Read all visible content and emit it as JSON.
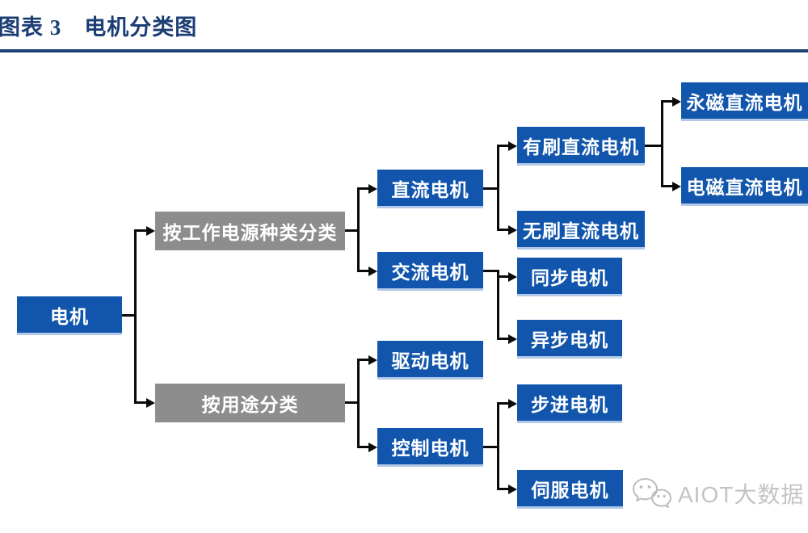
{
  "header": {
    "caption": "图表 3　电机分类图"
  },
  "diagram": {
    "nodes": {
      "root": {
        "label": "电机"
      },
      "by_power": {
        "label": "按工作电源种类分类"
      },
      "by_use": {
        "label": "按用途分类"
      },
      "dc": {
        "label": "直流电机"
      },
      "ac": {
        "label": "交流电机"
      },
      "drive": {
        "label": "驱动电机"
      },
      "control": {
        "label": "控制电机"
      },
      "brushed": {
        "label": "有刷直流电机"
      },
      "brushless": {
        "label": "无刷直流电机"
      },
      "sync": {
        "label": "同步电机"
      },
      "async": {
        "label": "异步电机"
      },
      "stepper": {
        "label": "步进电机"
      },
      "servo": {
        "label": "伺服电机"
      },
      "pm": {
        "label": "永磁直流电机"
      },
      "em": {
        "label": "电磁直流电机"
      }
    },
    "edges": [
      [
        "root",
        "by_power"
      ],
      [
        "root",
        "by_use"
      ],
      [
        "by_power",
        "dc"
      ],
      [
        "by_power",
        "ac"
      ],
      [
        "dc",
        "brushed"
      ],
      [
        "dc",
        "brushless"
      ],
      [
        "brushed",
        "pm"
      ],
      [
        "brushed",
        "em"
      ],
      [
        "ac",
        "sync"
      ],
      [
        "ac",
        "async"
      ],
      [
        "by_use",
        "drive"
      ],
      [
        "by_use",
        "control"
      ],
      [
        "control",
        "stepper"
      ],
      [
        "control",
        "servo"
      ]
    ]
  },
  "watermark": {
    "icon": "wechat-icon",
    "text": "AIOT大数据"
  },
  "colors": {
    "node_blue": "#1156AC",
    "node_gray": "#8D8D8D",
    "title_navy": "#1C3E74",
    "rule_navy": "#1E4173",
    "connector_black": "#0A0A0A",
    "watermark_gray": "#C3C3C3"
  }
}
